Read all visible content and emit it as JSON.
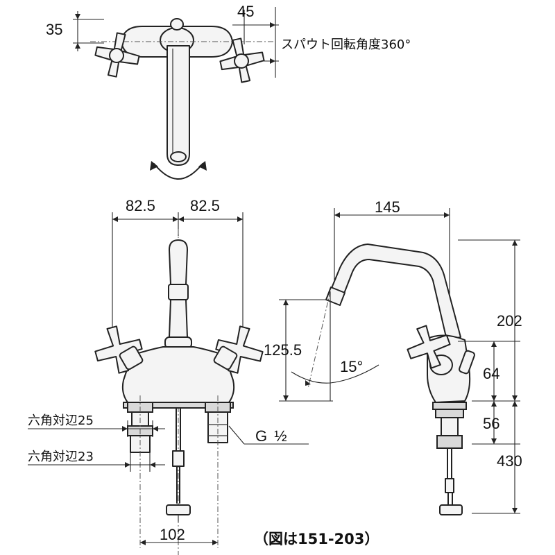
{
  "top_view": {
    "dim_handle_height": "35",
    "dim_handle_width": "45",
    "spout_rotation_label": "スパウト回転角度360°"
  },
  "front_view": {
    "dim_left": "82.5",
    "dim_right": "82.5",
    "hex_25_label": "六角対辺25",
    "hex_23_label": "六角対辺23",
    "thread_label_main": "G",
    "thread_label_frac": "½",
    "dim_bottom": "102"
  },
  "side_view": {
    "dim_spout_reach": "145",
    "dim_height_total": "202",
    "dim_spout_height": "125.5",
    "angle_label": "15°",
    "dim_handle": "64",
    "dim_shank": "56",
    "dim_hose": "430"
  },
  "footnote": "（図は151-203）"
}
